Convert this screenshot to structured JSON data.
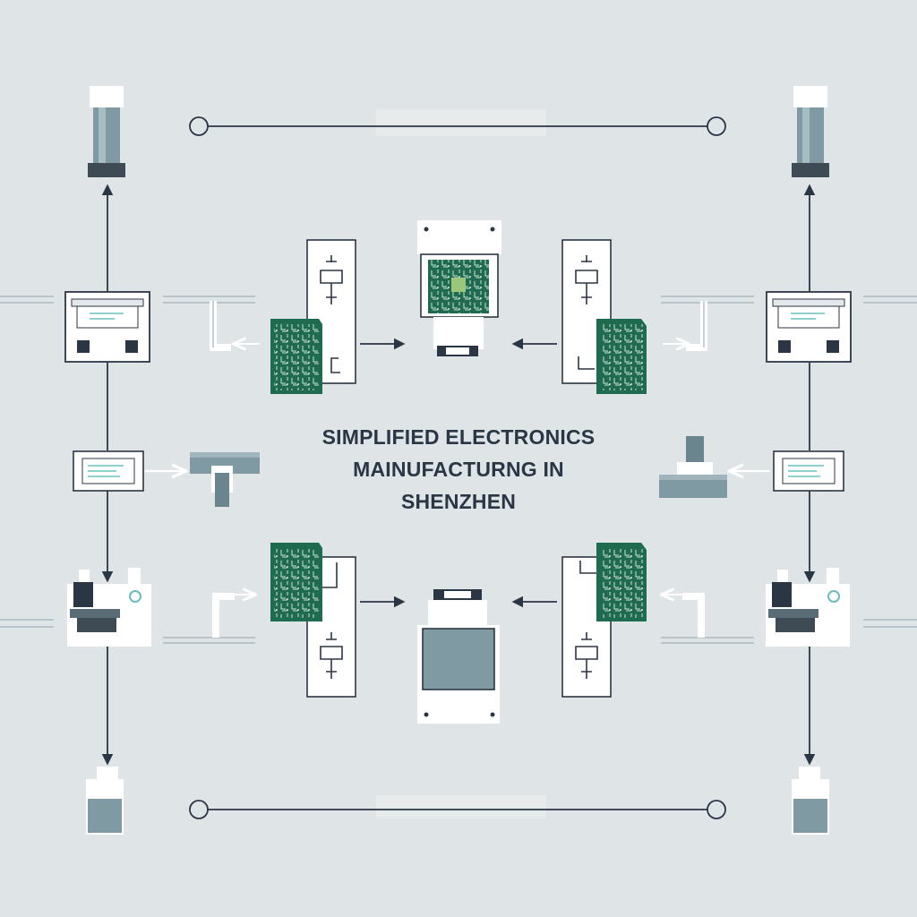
{
  "title": {
    "line1": "SIMPLIFIED ELECTRONICS",
    "line2": "MAINUFACTURNG IN",
    "line3": "SHENZHEN"
  },
  "colors": {
    "background": "#dfe4e7",
    "ink": "#2b3645",
    "pcb_green": "#1f6b4f",
    "pcb_trace": "#cfe3d8",
    "slate": "#7f9aa3",
    "panel_white": "#ffffff"
  },
  "icons": [
    "cylinder-icon",
    "monitor-icon",
    "label-card-icon",
    "machine-icon",
    "bottle-icon",
    "pcb-icon",
    "circuit-diagram-icon",
    "chip-press-icon",
    "container-icon",
    "pipe-icon",
    "connector-icon"
  ]
}
